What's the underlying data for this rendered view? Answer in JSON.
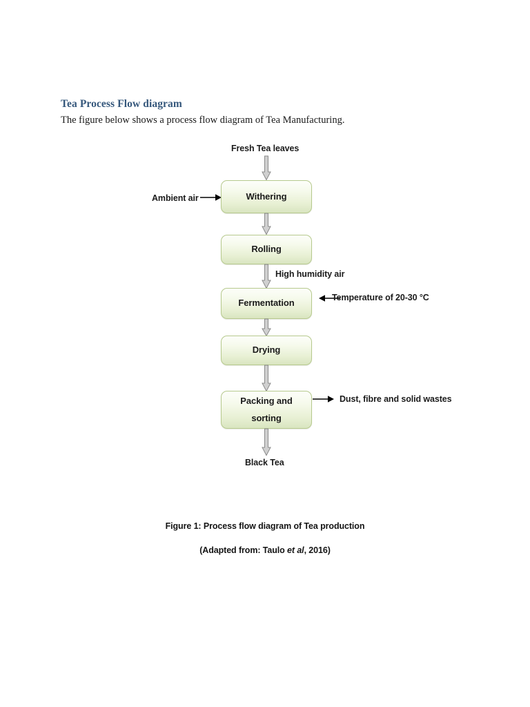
{
  "document": {
    "heading": "Tea Process Flow diagram",
    "intro": "The figure below shows a process flow diagram of Tea Manufacturing.",
    "heading_color": "#36587c"
  },
  "diagram": {
    "title": "Tea manufacturing process flow",
    "box_fill_top": "#fdfefa",
    "box_fill_bottom": "#d9e5c0",
    "box_border_color": "#b6c98d",
    "arrow_color": "#808080",
    "line_arrow_color": "#000000",
    "inputs": {
      "top_input": "Fresh Tea leaves",
      "withering_side_input": "Ambient air",
      "fermentation_top_input": "High humidity air",
      "fermentation_side_input": "Temperature of 20-30 °C"
    },
    "outputs": {
      "packing_side_output": "Dust, fibre and solid wastes",
      "final_output": "Black Tea"
    },
    "steps": [
      {
        "id": "withering",
        "label": "Withering"
      },
      {
        "id": "rolling",
        "label": "Rolling"
      },
      {
        "id": "fermentation",
        "label": "Fermentation"
      },
      {
        "id": "drying",
        "label": "Drying"
      },
      {
        "id": "packing-sorting",
        "label_line1": "Packing and",
        "label_line2": "sorting"
      }
    ]
  },
  "caption": {
    "line1": "Figure 1: Process flow diagram of Tea production",
    "line2_prefix": "(Adapted from: Taulo ",
    "line2_italic": "et al",
    "line2_suffix": ", 2016)"
  }
}
